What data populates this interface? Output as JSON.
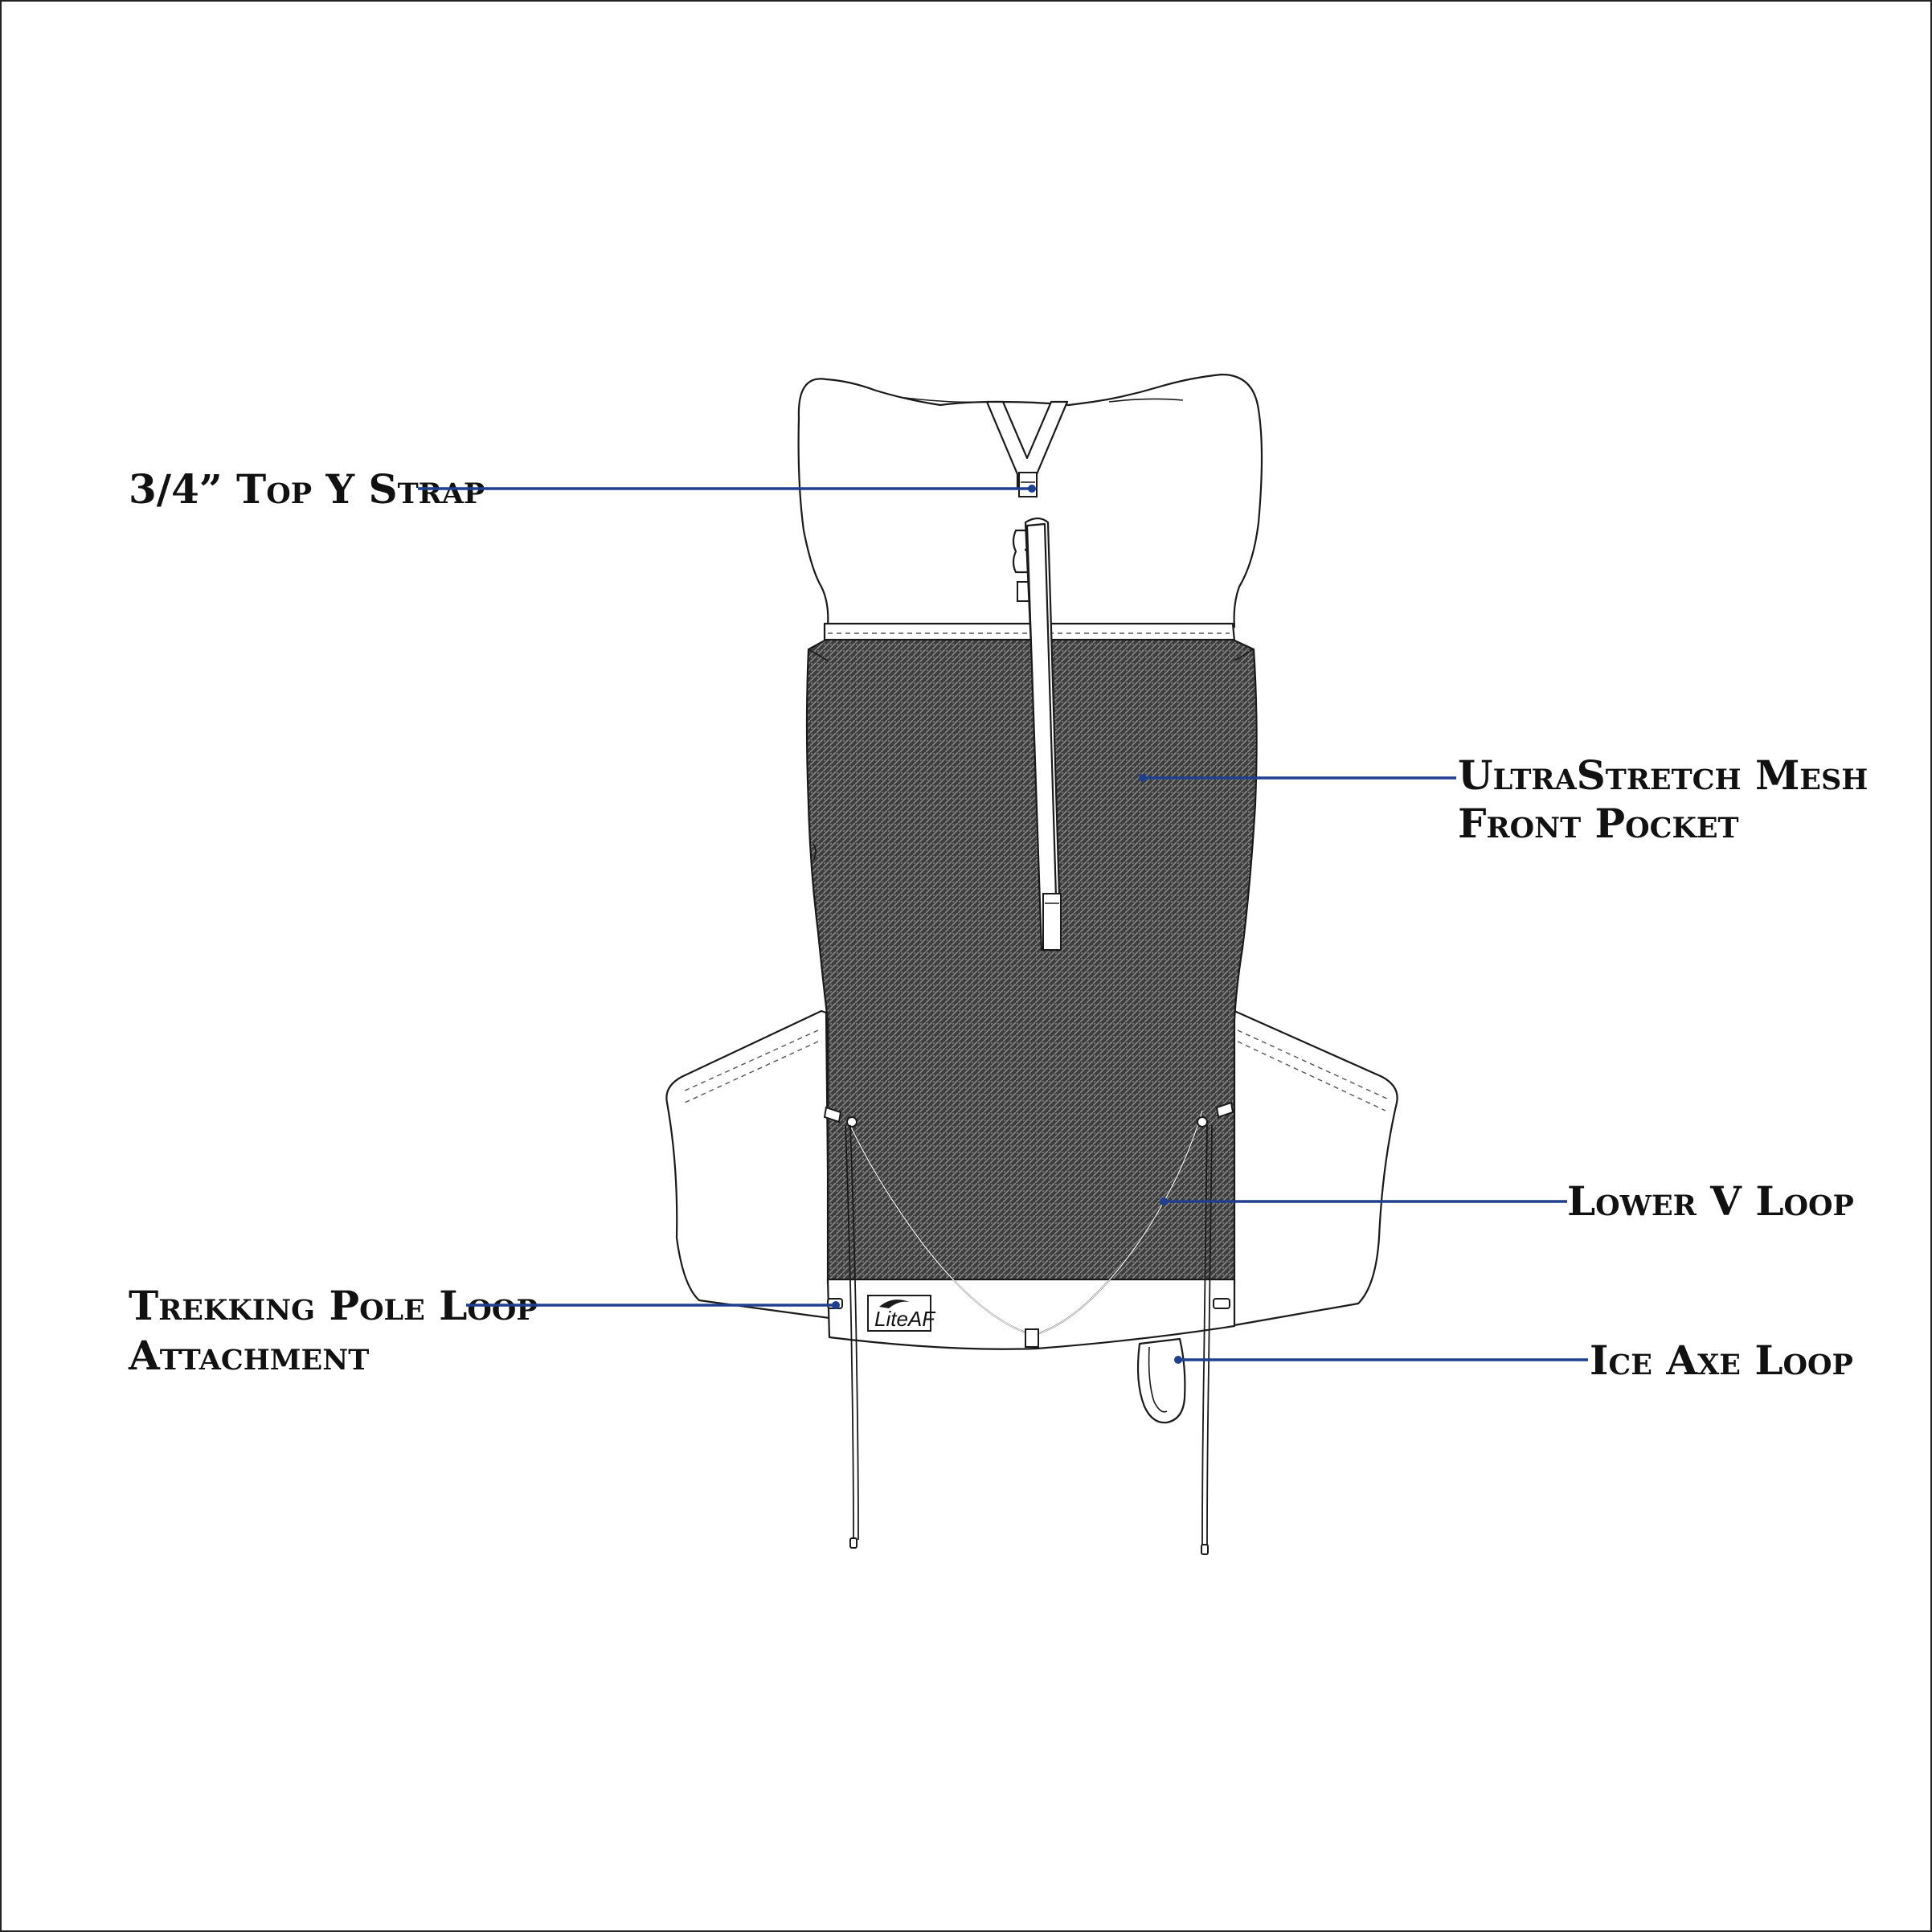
{
  "callouts": {
    "top_y_strap": "3/4” Top Y Strap",
    "mesh_pocket_line1": "UltraStretch Mesh",
    "mesh_pocket_line2": "Front Pocket",
    "lower_v_loop": "Lower V Loop",
    "trekking_pole_line1": "Trekking Pole Loop",
    "trekking_pole_line2": "Attachment",
    "ice_axe_loop": "Ice Axe Loop"
  },
  "logo_text": "LiteAF",
  "colors": {
    "leader_line": "#1f3f8f",
    "outline": "#1a1a1a",
    "mesh": "#4a4a4a",
    "background": "#ffffff"
  }
}
